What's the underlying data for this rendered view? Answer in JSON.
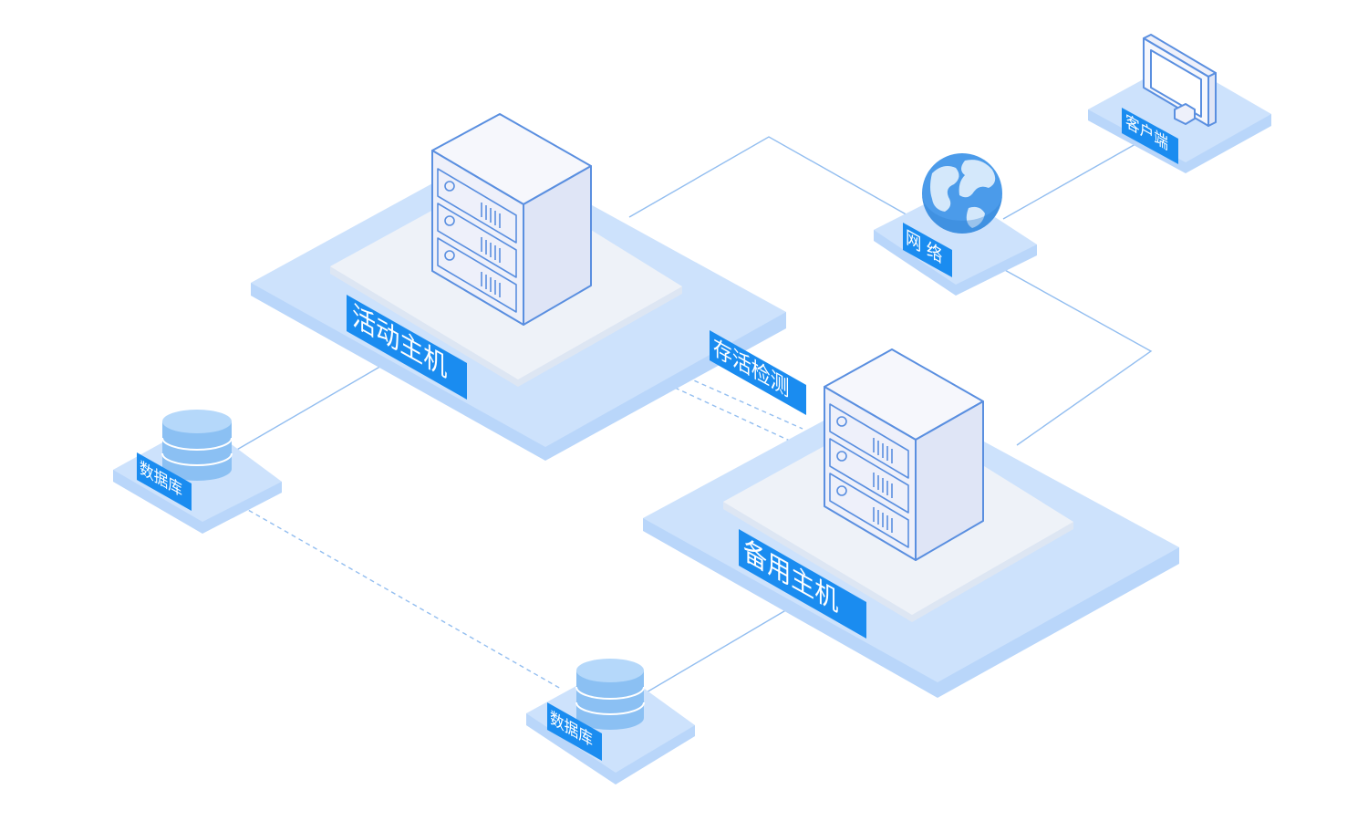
{
  "diagram": {
    "nodes": {
      "active_host": {
        "label": "活动主机"
      },
      "standby_host": {
        "label": "备用主机"
      },
      "heartbeat": {
        "label": "存活检测"
      },
      "network": {
        "label": "网 络"
      },
      "client": {
        "label": "客户端"
      },
      "db_left": {
        "label": "数据库"
      },
      "db_bottom": {
        "label": "数据库"
      }
    },
    "colors": {
      "platform_outer": "#cde2fc",
      "platform_top": "#eef2f8",
      "label_bg": "#1a8cf0",
      "line": "#93bef0",
      "server_face": "#eef0fa",
      "server_stroke": "#5a8fe0",
      "db_fill": "#9ecbf6",
      "globe": "#4b9bea"
    }
  }
}
